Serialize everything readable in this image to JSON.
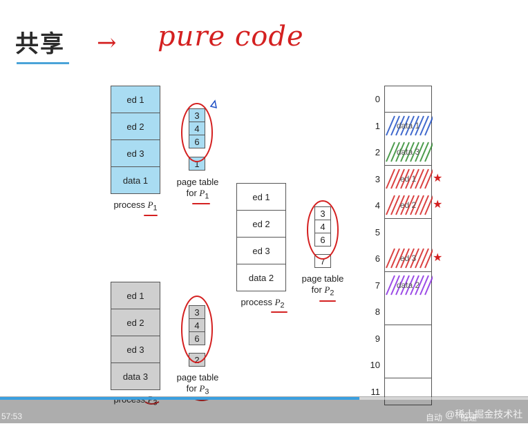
{
  "slide": {
    "title": "共享",
    "arrow": "→",
    "note": "pure code"
  },
  "process1": {
    "segments": [
      "ed 1",
      "ed 2",
      "ed 3",
      "data 1"
    ],
    "caption_prefix": "process ",
    "caption_var": "P",
    "caption_sub": "1",
    "page_table": [
      "3",
      "4",
      "6",
      "1"
    ],
    "pt_caption_line1": "page table",
    "pt_caption_prefix": "for ",
    "pt_caption_var": "P",
    "pt_caption_sub": "1"
  },
  "process2": {
    "segments": [
      "ed 1",
      "ed 2",
      "ed 3",
      "data 2"
    ],
    "caption_prefix": "process ",
    "caption_var": "P",
    "caption_sub": "2",
    "page_table": [
      "3",
      "4",
      "6",
      "7"
    ],
    "pt_caption_line1": "page table",
    "pt_caption_prefix": "for ",
    "pt_caption_var": "P",
    "pt_caption_sub": "2"
  },
  "process3": {
    "segments": [
      "ed 1",
      "ed 2",
      "ed 3",
      "data 3"
    ],
    "caption_prefix": "process ",
    "caption_var": "P",
    "caption_sub": "3",
    "page_table": [
      "3",
      "4",
      "6",
      "2"
    ],
    "pt_caption_line1": "page table",
    "pt_caption_prefix": "for ",
    "pt_caption_var": "P",
    "pt_caption_sub": "3"
  },
  "memory": {
    "frame_numbers": [
      "0",
      "1",
      "2",
      "3",
      "4",
      "5",
      "6",
      "7",
      "8",
      "9",
      "10",
      "11"
    ],
    "frame_contents": [
      "",
      "data 1",
      "data 3",
      "ed 1",
      "ed 2",
      "",
      "ed 3",
      "data 2",
      "",
      "",
      "",
      ""
    ],
    "scribble_colors": [
      "",
      "#1e4fc4",
      "#2e8b2e",
      "#d42020",
      "#d42020",
      "",
      "#d42020",
      "#8a2be2",
      "",
      "",
      "",
      ""
    ],
    "star_marks": [
      "★",
      "★",
      "★"
    ]
  },
  "player": {
    "time": "57:53",
    "watermark": "@稀土掘金技术社区",
    "buttons": [
      "自动",
      "倍速"
    ]
  },
  "colors": {
    "accent_blue": "#4aa3d8",
    "annotation_red": "#d42020",
    "segment_blue": "#a9dcf2",
    "segment_gray": "#cfcfcf"
  }
}
